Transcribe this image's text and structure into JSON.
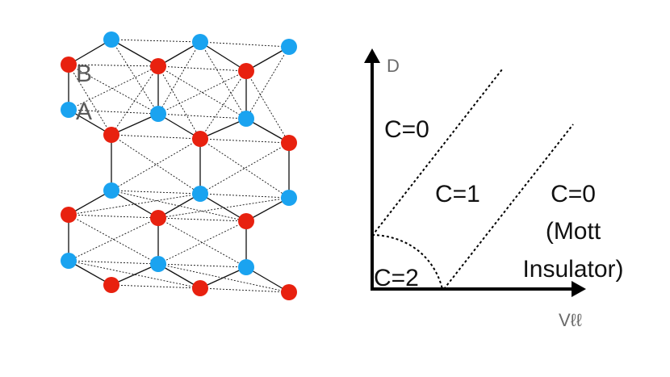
{
  "lattice": {
    "sublattice_labels": [
      "B",
      "A"
    ],
    "colors": {
      "A": "#1aa3f0",
      "B": "#e8210f",
      "bond": "#111111"
    }
  },
  "phase_diagram": {
    "y_axis_label": "D",
    "x_axis_label": "Vℓℓ",
    "phases": [
      {
        "id": "c0-left",
        "lines": [
          "C=0"
        ]
      },
      {
        "id": "c1",
        "lines": [
          "C=1"
        ]
      },
      {
        "id": "c0-right",
        "lines": [
          "C=0",
          "(Mott",
          "Insulator)"
        ]
      },
      {
        "id": "c2",
        "lines": [
          "C=2"
        ]
      }
    ]
  }
}
